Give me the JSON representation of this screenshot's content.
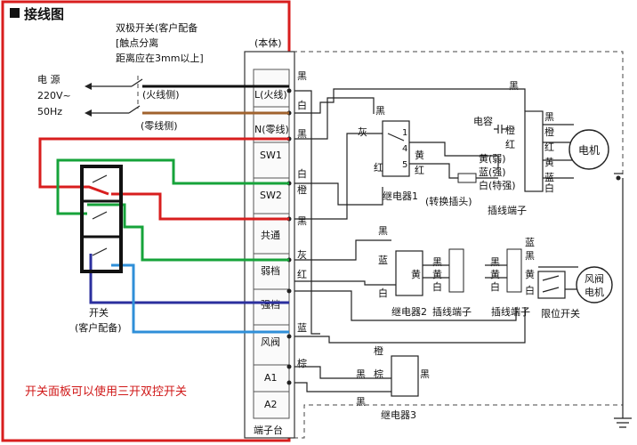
{
  "title": "接线图",
  "switch_note": {
    "line1": "双极开关(客户配备",
    "line2": "[触点分离",
    "line3": "距离应在3mm以上]"
  },
  "power": {
    "line1": "电 源",
    "line2": "220V~",
    "line3": "50Hz",
    "live_side": "(火线侧)",
    "neutral_side": "(零线侧)"
  },
  "body_label": "(本体)",
  "terminal_block": {
    "label": "端子台",
    "terminals": [
      "L(火线)",
      "N(零线)",
      "SW1",
      "SW2",
      "共通",
      "弱档",
      "强档",
      "风阀",
      "A1",
      "A2"
    ]
  },
  "wire_colors_left": [
    "黑",
    "白",
    "黑",
    "白",
    "橙",
    "黑",
    "灰",
    "红",
    "蓝",
    "棕"
  ],
  "client_switch": {
    "line1": "开关",
    "line2": "(客户配备)"
  },
  "panel_note": "开关面板可以使用三开双控开关",
  "capacitor": "电容",
  "motor": "电机",
  "damper_motor": {
    "line1": "风阀",
    "line2": "电机"
  },
  "relays": {
    "relay1": "继电器1",
    "relay2": "继电器2",
    "relay3": "继电器3"
  },
  "terminal_block_labels": {
    "tb_top": "插线端子",
    "tb_mid_a": "插线端子",
    "tb_mid_b": "插线端子"
  },
  "limit_switch": "限位开关",
  "changeover_plug": "(转换插头)",
  "speed_wires": [
    "黄",
    "红"
  ],
  "motor_wires": [
    "黄(弱)",
    "蓝(强)",
    "白(特强)"
  ],
  "misc_labels": {
    "gray": "灰",
    "red": "红",
    "black": "黑",
    "orange": "橙",
    "yellow": "黄",
    "blue": "蓝",
    "white": "白",
    "brown": "棕"
  },
  "colors": {
    "red_frame": "#d81e1e",
    "wire_black": "#111111",
    "wire_brown": "#a0622d",
    "wire_red": "#d81e1e",
    "wire_green": "#16a33a",
    "wire_navy": "#2b2f9e",
    "wire_blue": "#2f8fd8"
  }
}
